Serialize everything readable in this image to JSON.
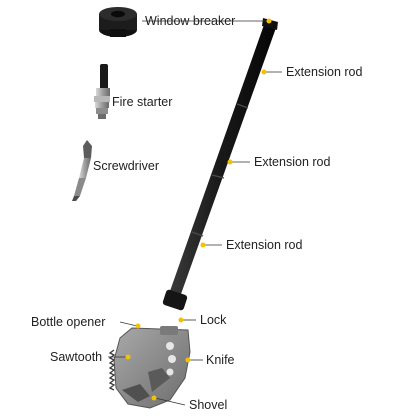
{
  "accent_color": "#f2c200",
  "labels": {
    "window_breaker": "Window breaker",
    "extension_rod_1": "Extension rod",
    "extension_rod_2": "Extension rod",
    "extension_rod_3": "Extension rod",
    "fire_starter": "Fire starter",
    "screwdriver": "Screwdriver",
    "lock": "Lock",
    "bottle_opener": "Bottle opener",
    "sawtooth": "Sawtooth",
    "knife": "Knife",
    "shovel": "Shovel"
  }
}
